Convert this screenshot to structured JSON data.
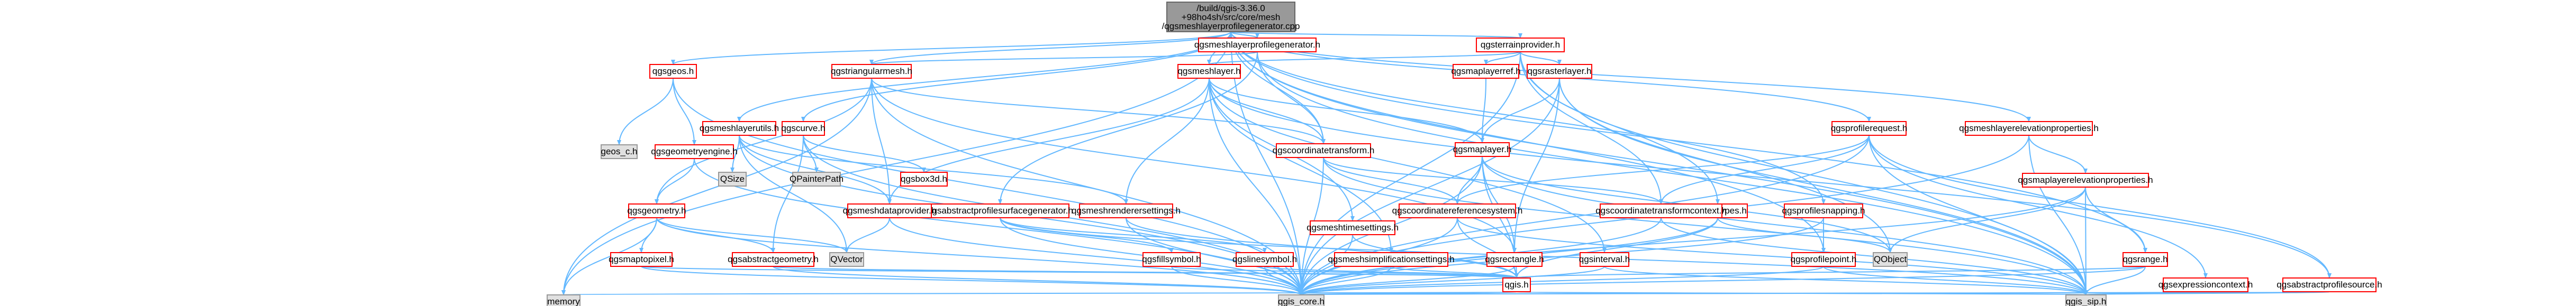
{
  "graph": {
    "title": "Include dependency graph for qgsmeshlayerprofilegenerator.cpp",
    "colors": {
      "root_fill": "#999999",
      "root_stroke": "#666666",
      "red_stroke": "#ff0000",
      "grey_stroke": "#999999",
      "grey_fill": "#e0e0e0",
      "node_fill": "#ffffff",
      "edge": "#63b8ff",
      "text": "#000000"
    },
    "root_label": [
      "/build/qgis-3.36.0",
      "+98ho4sh/src/core/mesh",
      "/qgsmeshlayerprofilegenerator.cpp"
    ],
    "nodes": [
      {
        "id": "qgsmeshlayerprofilegenerator_h",
        "label": "qgsmeshlayerprofilegenerator.h",
        "kind": "red"
      },
      {
        "id": "qgsterrainprovider_h",
        "label": "qgsterrainprovider.h",
        "kind": "red"
      },
      {
        "id": "qgsgeos_h",
        "label": "qgsgeos.h",
        "kind": "red"
      },
      {
        "id": "qgsmeshlayerutils_h",
        "label": "qgsmeshlayerutils.h",
        "kind": "red"
      },
      {
        "id": "qgscurve_h",
        "label": "qgscurve.h",
        "kind": "red"
      },
      {
        "id": "qgstriangularmesh_h",
        "label": "qgstriangularmesh.h",
        "kind": "red"
      },
      {
        "id": "qgsmeshlayer_h",
        "label": "qgsmeshlayer.h",
        "kind": "red"
      },
      {
        "id": "qgsmaplayerref_h",
        "label": "qgsmaplayerref.h",
        "kind": "red"
      },
      {
        "id": "qgsrasterlayer_h",
        "label": "qgsrasterlayer.h",
        "kind": "red"
      },
      {
        "id": "qgsprofilerequest_h",
        "label": "qgsprofilerequest.h",
        "kind": "red"
      },
      {
        "id": "qgsmeshlayerelevationproperties_h",
        "label": "qgsmeshlayerelevationproperties.h",
        "kind": "red"
      },
      {
        "id": "geos_c_h",
        "label": "geos_c.h",
        "kind": "grey"
      },
      {
        "id": "qgsgeometryengine_h",
        "label": "qgsgeometryengine.h",
        "kind": "red"
      },
      {
        "id": "QSize",
        "label": "QSize",
        "kind": "grey"
      },
      {
        "id": "QPainterPath",
        "label": "QPainterPath",
        "kind": "grey"
      },
      {
        "id": "qgsbox3d_h",
        "label": "qgsbox3d.h",
        "kind": "red"
      },
      {
        "id": "qgsabstractprofilesurfacegenerator_h",
        "label": "qgsabstractprofilesurfacegenerator.h",
        "kind": "red"
      },
      {
        "id": "qgscoordinatetransform_h",
        "label": "qgscoordinatetransform.h",
        "kind": "red"
      },
      {
        "id": "qgsmaplayer_h",
        "label": "qgsmaplayer.h",
        "kind": "red"
      },
      {
        "id": "qgsunittypes_h",
        "label": "qgsunittypes.h",
        "kind": "red"
      },
      {
        "id": "qgsprofilesnapping_h",
        "label": "qgsprofilesnapping.h",
        "kind": "red"
      },
      {
        "id": "qgsmaplayerelevationproperties_h",
        "label": "qgsmaplayerelevationproperties.h",
        "kind": "red"
      },
      {
        "id": "qgsgeometry_h",
        "label": "qgsgeometry.h",
        "kind": "red"
      },
      {
        "id": "qgsmeshdataprovider_h",
        "label": "qgsmeshdataprovider.h",
        "kind": "red"
      },
      {
        "id": "qgsmeshrenderersettings_h",
        "label": "qgsmeshrenderersettings.h",
        "kind": "red"
      },
      {
        "id": "qgscoordinatereferencesystem_h",
        "label": "qgscoordinatereferencesystem.h",
        "kind": "red"
      },
      {
        "id": "qgscoordinatetransformcontext_h",
        "label": "qgscoordinatetransformcontext.h",
        "kind": "red"
      },
      {
        "id": "qgsmaptopixel_h",
        "label": "qgsmaptopixel.h",
        "kind": "red"
      },
      {
        "id": "qgsabstractgeometry_h",
        "label": "qgsabstractgeometry.h",
        "kind": "red"
      },
      {
        "id": "QVector",
        "label": "QVector",
        "kind": "grey"
      },
      {
        "id": "qgsfillsymbol_h",
        "label": "qgsfillsymbol.h",
        "kind": "red"
      },
      {
        "id": "qgslinesymbol_h",
        "label": "qgslinesymbol.h",
        "kind": "red"
      },
      {
        "id": "qgsmeshsimplificationsettings_h",
        "label": "qgsmeshsimplificationsettings.h",
        "kind": "red"
      },
      {
        "id": "qgsrectangle_h",
        "label": "qgsrectangle.h",
        "kind": "red"
      },
      {
        "id": "qgsmeshtimesettings_h",
        "label": "qgsmeshtimesettings.h",
        "kind": "red"
      },
      {
        "id": "qgsinterval_h",
        "label": "qgsinterval.h",
        "kind": "red"
      },
      {
        "id": "qgsprofilepoint_h",
        "label": "qgsprofilepoint.h",
        "kind": "red"
      },
      {
        "id": "QObject",
        "label": "QObject",
        "kind": "grey"
      },
      {
        "id": "qgsrange_h",
        "label": "qgsrange.h",
        "kind": "red"
      },
      {
        "id": "qgsexpressioncontext_h",
        "label": "qgsexpressioncontext.h",
        "kind": "red"
      },
      {
        "id": "qgsabstractprofilesource_h",
        "label": "qgsabstractprofilesource.h",
        "kind": "red"
      },
      {
        "id": "qgis_h",
        "label": "qgis.h",
        "kind": "red"
      },
      {
        "id": "memory",
        "label": "memory",
        "kind": "grey"
      },
      {
        "id": "qgis_core_h",
        "label": "qgis_core.h",
        "kind": "grey"
      },
      {
        "id": "qgis_sip_h",
        "label": "qgis_sip.h",
        "kind": "grey"
      }
    ]
  }
}
